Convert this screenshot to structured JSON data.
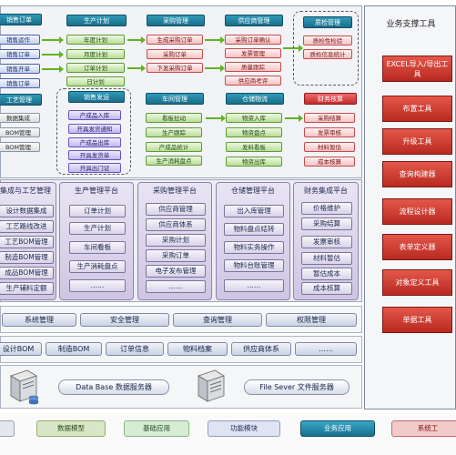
{
  "colors": {
    "title_teal": "#1b6d8a",
    "title_pink": "#c22b2b",
    "arrow_green": "#63b21f",
    "tool_red": "#c5352b",
    "platform_purple": "#cfc5e4"
  },
  "flow": {
    "sales": {
      "title": "销售订单",
      "items": [
        "销售运作",
        "销售订单",
        "销售开单",
        "销售订单"
      ]
    },
    "plan": {
      "title": "生产计划",
      "items": [
        "年度计划",
        "月度计划",
        "订单计划",
        "日计划"
      ]
    },
    "purchase": {
      "title": "采购管理",
      "items": [
        "生成采购订单",
        "采购订单",
        "下发采购订单"
      ]
    },
    "supplier": {
      "title": "供应商管理",
      "items": [
        "采购订单确认",
        "发票管理",
        "质量跟踪",
        "供应商考评"
      ]
    },
    "quality": {
      "title": "质检管理",
      "items": [
        "质检性检验",
        "质检信息统计"
      ]
    },
    "craft": {
      "title": "工艺管理",
      "items": [
        "数据集成",
        "BOM管理",
        "BOM管理"
      ]
    },
    "delivery": {
      "title": "销售发运",
      "items": [
        "产成品入库",
        "开具发货通知",
        "产成品出库",
        "开具发货单",
        "开具出门证"
      ]
    },
    "workshop": {
      "title": "车间管理",
      "items": [
        "看板拉动",
        "生产跟踪",
        "产成品统计",
        "生产消耗盘点"
      ]
    },
    "warehouse": {
      "title": "仓储物流",
      "items": [
        "物资入库",
        "物资盘点",
        "发料看板",
        "物资出库"
      ]
    },
    "finance": {
      "title": "财务核算",
      "items": [
        "采购结算",
        "发票审核",
        "材料暂估",
        "成本核算"
      ]
    }
  },
  "tools": {
    "title": "业务支撑工具",
    "items": [
      "EXCEL导入/导出工具",
      "布置工具",
      "升级工具",
      "查询构建器",
      "流程设计器",
      "表单定义器",
      "对象定义工具",
      "单据工具"
    ]
  },
  "platforms": [
    {
      "title": "集成与工艺管理",
      "items": [
        "设计数据集成",
        "工艺路线改进",
        "工艺BOM管理",
        "制造BOM管理",
        "成品BOM管理",
        "生产辅料定额"
      ]
    },
    {
      "title": "生产管理平台",
      "items": [
        "订单计划",
        "生产计划",
        "车间看板",
        "生产消耗盘点",
        "……"
      ]
    },
    {
      "title": "采购管理平台",
      "items": [
        "供应商管理",
        "供应商体系",
        "采购计划",
        "采购订单",
        "电子发布管理",
        "……"
      ]
    },
    {
      "title": "仓储管理平台",
      "items": [
        "出入库管理",
        "物料盘点结转",
        "物料实务操作",
        "物料台账管理",
        "……"
      ]
    },
    {
      "title": "财务集成平台",
      "items": [
        "价格维护",
        "采购结算",
        "发票审核",
        "材料暂估",
        "暂估成本",
        "成本核算"
      ]
    }
  ],
  "system": [
    "系统管理",
    "安全管理",
    "查询管理",
    "权限管理"
  ],
  "data": [
    "设计BOM",
    "制造BOM",
    "订单信息",
    "物料档案",
    "供应商体系",
    "……"
  ],
  "servers": {
    "db": "Data Base 数据服务器",
    "file": "File Sever 文件服务器"
  },
  "legend": [
    "数据模型",
    "基础应用",
    "功能模块",
    "业务应用",
    "系统工"
  ]
}
